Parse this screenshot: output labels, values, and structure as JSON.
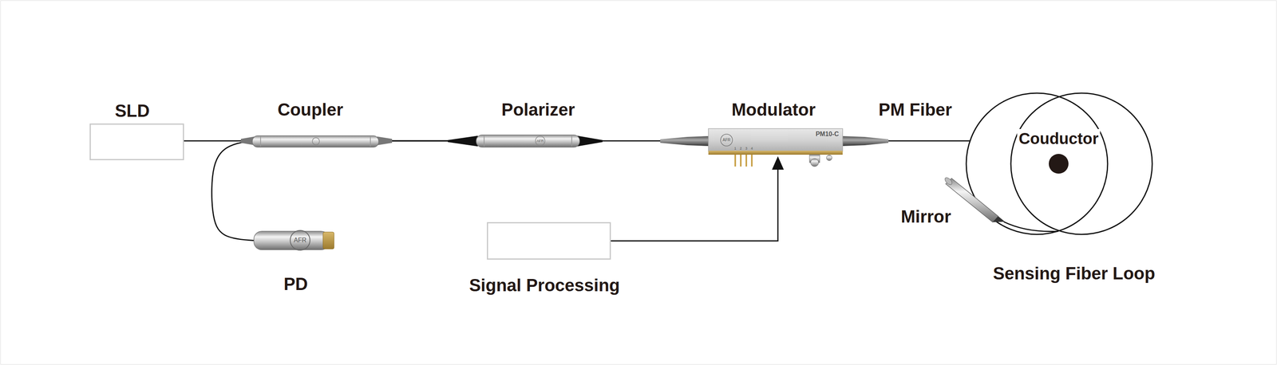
{
  "diagram": {
    "nodes": [
      {
        "text": [
          "SLD"
        ]
      },
      {
        "text": [
          "Coupler"
        ]
      },
      {
        "text": [
          "Polarizer"
        ]
      },
      {
        "text": [
          "Modulator"
        ]
      },
      {
        "text": [
          "PD"
        ]
      },
      {
        "text": [
          "Signal Processing"
        ]
      }
    ],
    "edges": [
      {
        "from": 0,
        "to": 1,
        "arrow": "none"
      },
      {
        "from": 1,
        "to": 2,
        "arrow": "none"
      },
      {
        "from": 2,
        "to": 3,
        "arrow": "none"
      },
      {
        "from": 1,
        "to": 4,
        "arrow": "none"
      },
      {
        "from": 4,
        "to": 5,
        "arrow": "to"
      },
      {
        "from": 5,
        "to": 3,
        "arrow": "to"
      }
    ],
    "labels": [
      "PM Fiber",
      "Couductor",
      "Mirror",
      "Sensing Fiber Loop",
      "AFR",
      "AFR",
      "AFR",
      "PM10-C",
      "1",
      "2",
      "3",
      "4"
    ]
  }
}
